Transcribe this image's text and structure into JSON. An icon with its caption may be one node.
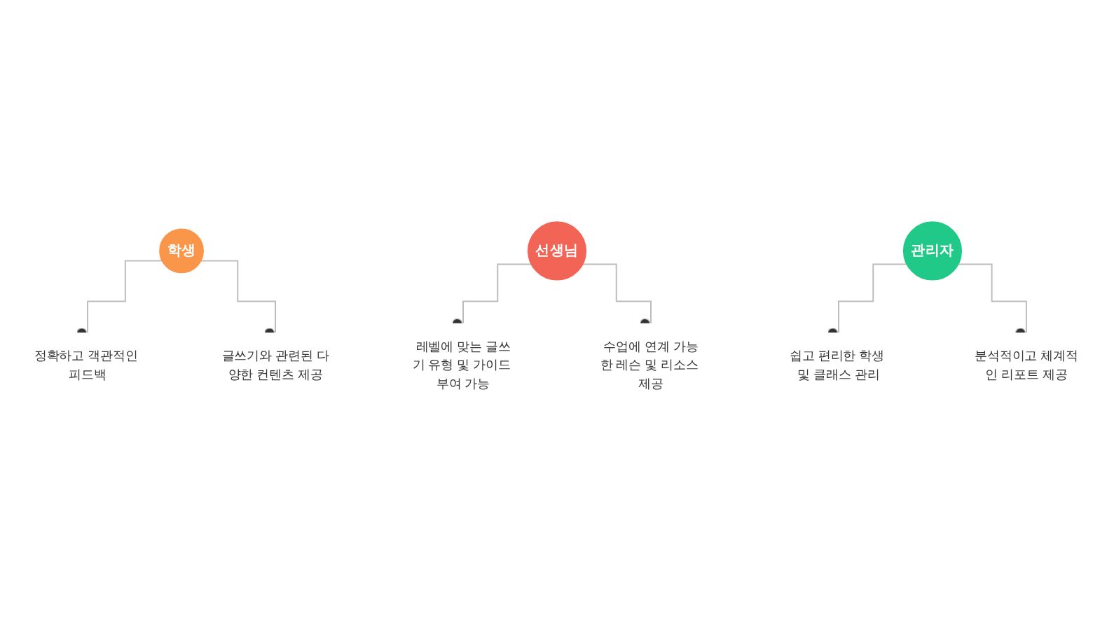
{
  "diagram": {
    "nodes": [
      {
        "text": [
          "학생"
        ]
      },
      {
        "text": [
          "선생님"
        ]
      },
      {
        "text": [
          "관리자"
        ]
      },
      {
        "text": [
          "정확하고 객관적인 피드백"
        ]
      },
      {
        "text": [
          "글쓰기와 관련된 다양한 컨텐츠 제공"
        ]
      },
      {
        "text": [
          "레벨에 맞는 글쓰기 유형 및 가이드 부여 가능"
        ]
      },
      {
        "text": [
          "수업에 연계 가능한 레슨 및 리소스 제공"
        ]
      },
      {
        "text": [
          "쉽고 편리한 학생 및 클래스 관리"
        ]
      },
      {
        "text": [
          "분석적이고 체계적인 리포트 제공"
        ]
      }
    ],
    "edges": [
      {
        "from": 0,
        "to": 3,
        "arrow": "other"
      },
      {
        "from": 0,
        "to": 4,
        "arrow": "other"
      },
      {
        "from": 1,
        "to": 5,
        "arrow": "other"
      },
      {
        "from": 1,
        "to": 6,
        "arrow": "other"
      },
      {
        "from": 2,
        "to": 7,
        "arrow": "other"
      },
      {
        "from": 2,
        "to": 8,
        "arrow": "other"
      }
    ]
  }
}
